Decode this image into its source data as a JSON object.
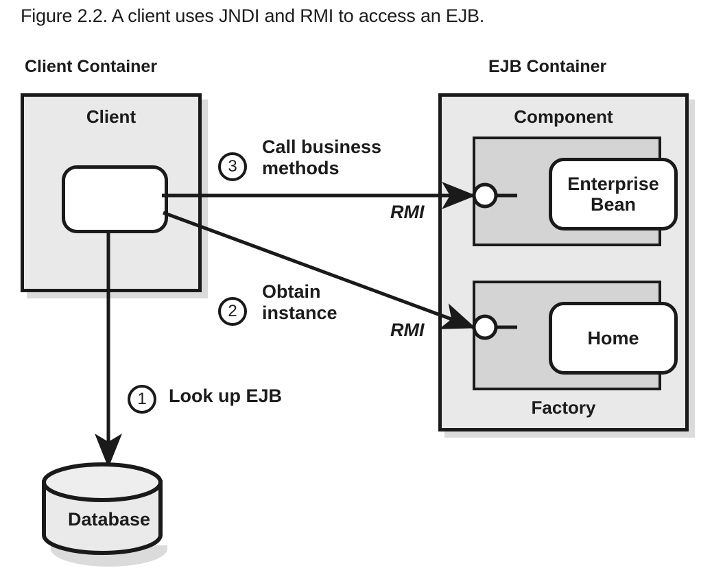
{
  "figure": {
    "caption": "Figure 2.2. A client uses JNDI and RMI to access an EJB."
  },
  "client_container": {
    "heading": "Client Container",
    "client_label": "Client",
    "client_node_label": ""
  },
  "ejb_container": {
    "heading": "EJB Container",
    "component_label": "Component",
    "factory_label": "Factory",
    "enterprise_bean_label": "Enterprise\nBean",
    "home_label": "Home"
  },
  "steps": [
    {
      "number": "1",
      "label": "Look up EJB"
    },
    {
      "number": "2",
      "label": "Obtain\ninstance"
    },
    {
      "number": "3",
      "label": "Call business\nmethods"
    }
  ],
  "protocols": {
    "rmi_component": "RMI",
    "rmi_factory": "RMI"
  },
  "datastore": {
    "label": "Database"
  },
  "colors": {
    "stroke": "#1a1a1a",
    "container_fill": "#e9e9e9",
    "inner_fill": "#d4d4d4",
    "node_fill": "#ffffff",
    "shadow": "rgba(0,0,0,0.14)",
    "text": "#1c1c1c",
    "page_background": "#ffffff"
  }
}
